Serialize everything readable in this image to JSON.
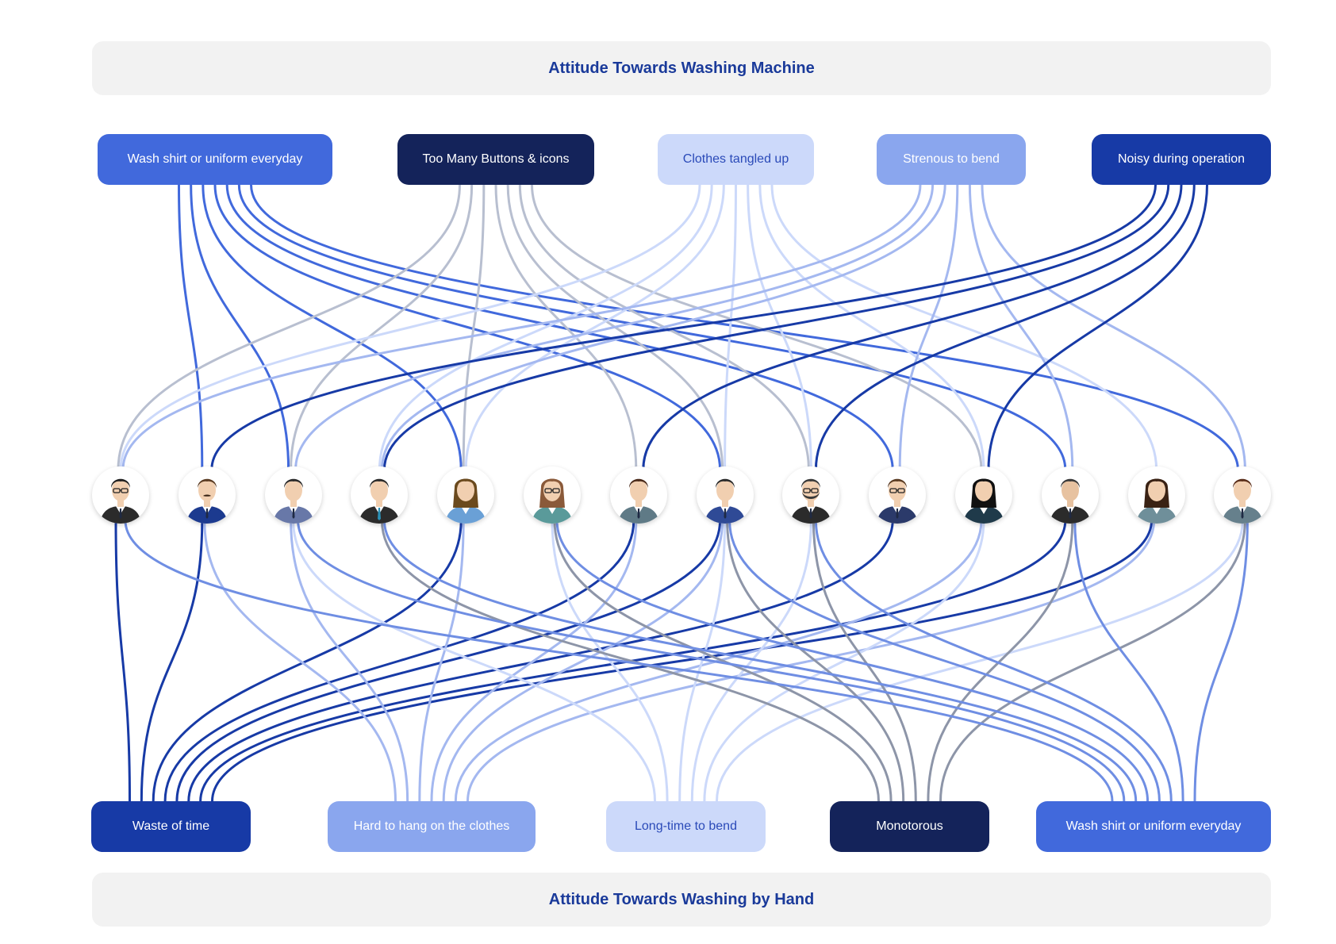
{
  "top_title": "Attitude Towards Washing Machine",
  "bottom_title": "Attitude Towards Washing by Hand",
  "top_nodes": [
    {
      "label": "Wash shirt or uniform everyday",
      "bg": "#4169dc",
      "fg": "#ffffff"
    },
    {
      "label": "Too Many Buttons & icons",
      "bg": "#14235a",
      "fg": "#ffffff"
    },
    {
      "label": "Clothes tangled up",
      "bg": "#ccd9fa",
      "fg": "#2a4ab8"
    },
    {
      "label": "Strenous to bend",
      "bg": "#8aa6ee",
      "fg": "#ffffff"
    },
    {
      "label": "Noisy during operation",
      "bg": "#173aa6",
      "fg": "#ffffff"
    }
  ],
  "bottom_nodes": [
    {
      "label": "Waste of time",
      "bg": "#173aa6",
      "fg": "#ffffff"
    },
    {
      "label": "Hard to hang on the clothes",
      "bg": "#8aa6ee",
      "fg": "#ffffff"
    },
    {
      "label": "Long-time to bend",
      "bg": "#ccd9fa",
      "fg": "#2a4ab8"
    },
    {
      "label": "Monotorous",
      "bg": "#14235a",
      "fg": "#ffffff"
    },
    {
      "label": "Wash shirt or uniform everyday",
      "bg": "#4169dc",
      "fg": "#ffffff"
    }
  ],
  "people": [
    {
      "id": "person-1",
      "hair": "#1f1f1f",
      "shirt": "#2b2b2b",
      "glasses": true,
      "skin": "#f1cfb0"
    },
    {
      "id": "person-2",
      "hair": "#5a3b22",
      "shirt": "#1c3a8f",
      "glasses": false,
      "mustache": true,
      "skin": "#f1cfb0"
    },
    {
      "id": "person-3",
      "hair": "#2a2a2a",
      "shirt": "#6878a8",
      "glasses": false,
      "skin": "#f1cfb0"
    },
    {
      "id": "person-4",
      "hair": "#2a2a2a",
      "shirt": "#2b2b2b",
      "tie": "#2a8fb5",
      "glasses": false,
      "skin": "#f1cfb0"
    },
    {
      "id": "person-5",
      "hair": "#6b4a1e",
      "shirt": "#6aa0d6",
      "female": true,
      "skin": "#f1cfb0"
    },
    {
      "id": "person-6",
      "hair": "#8a5a3a",
      "shirt": "#5a9a9a",
      "female": true,
      "glasses": true,
      "skin": "#f1cfb0"
    },
    {
      "id": "person-7",
      "hair": "#4a2a1a",
      "shirt": "#5f7a86",
      "glasses": false,
      "skin": "#f1cfb0"
    },
    {
      "id": "person-8",
      "hair": "#2a2a2a",
      "shirt": "#2f4a96",
      "glasses": false,
      "skin": "#f1cfb0"
    },
    {
      "id": "person-9",
      "hair": "#3a3a3a",
      "shirt": "#2b2b2b",
      "glasses": true,
      "beard": true,
      "skin": "#f1cfb0"
    },
    {
      "id": "person-10",
      "hair": "#5a3b22",
      "shirt": "#2b3a6a",
      "glasses": true,
      "skin": "#f1cfb0"
    },
    {
      "id": "person-11",
      "hair": "#111111",
      "shirt": "#1f3a4a",
      "female": true,
      "skin": "#f1cfb0"
    },
    {
      "id": "person-12",
      "hair": "#3a3a3a",
      "shirt": "#2b2b2b",
      "glasses": false,
      "skin": "#e7c2a0"
    },
    {
      "id": "person-13",
      "hair": "#3a2214",
      "shirt": "#6f8f9a",
      "female": true,
      "skin": "#f1cfb0"
    },
    {
      "id": "person-14",
      "hair": "#5a2e1a",
      "shirt": "#66808c",
      "glasses": false,
      "skin": "#f1cfb0"
    }
  ],
  "top_links": [
    [
      0,
      1
    ],
    [
      0,
      2
    ],
    [
      0,
      4
    ],
    [
      0,
      7
    ],
    [
      0,
      9
    ],
    [
      0,
      11
    ],
    [
      0,
      13
    ],
    [
      1,
      0
    ],
    [
      1,
      2
    ],
    [
      1,
      4
    ],
    [
      1,
      6
    ],
    [
      1,
      7
    ],
    [
      1,
      8
    ],
    [
      1,
      10
    ],
    [
      2,
      0
    ],
    [
      2,
      3
    ],
    [
      2,
      4
    ],
    [
      2,
      7
    ],
    [
      2,
      8
    ],
    [
      2,
      10
    ],
    [
      2,
      12
    ],
    [
      3,
      0
    ],
    [
      3,
      2
    ],
    [
      3,
      3
    ],
    [
      3,
      9
    ],
    [
      3,
      11
    ],
    [
      3,
      13
    ],
    [
      4,
      1
    ],
    [
      4,
      3
    ],
    [
      4,
      6
    ],
    [
      4,
      8
    ],
    [
      4,
      10
    ]
  ],
  "bottom_links": [
    [
      0,
      0
    ],
    [
      1,
      0
    ],
    [
      4,
      0
    ],
    [
      6,
      0
    ],
    [
      7,
      0
    ],
    [
      9,
      0
    ],
    [
      11,
      0
    ],
    [
      12,
      0
    ],
    [
      1,
      1
    ],
    [
      2,
      1
    ],
    [
      4,
      1
    ],
    [
      6,
      1
    ],
    [
      7,
      1
    ],
    [
      10,
      1
    ],
    [
      12,
      1
    ],
    [
      2,
      2
    ],
    [
      5,
      2
    ],
    [
      7,
      2
    ],
    [
      8,
      2
    ],
    [
      10,
      2
    ],
    [
      13,
      2
    ],
    [
      3,
      3
    ],
    [
      5,
      3
    ],
    [
      7,
      3
    ],
    [
      8,
      3
    ],
    [
      11,
      3
    ],
    [
      13,
      3
    ],
    [
      0,
      4
    ],
    [
      2,
      4
    ],
    [
      3,
      4
    ],
    [
      5,
      4
    ],
    [
      7,
      4
    ],
    [
      8,
      4
    ],
    [
      11,
      4
    ],
    [
      13,
      4
    ]
  ],
  "link_colors": [
    "#4169dc",
    "#b8bfd0",
    "#ccd9fa",
    "#a4b8f0",
    "#173aa6"
  ],
  "bottom_link_colors": [
    "#173aa6",
    "#a4b8f0",
    "#ccd9fa",
    "#8d95a8",
    "#6f8ee3"
  ]
}
